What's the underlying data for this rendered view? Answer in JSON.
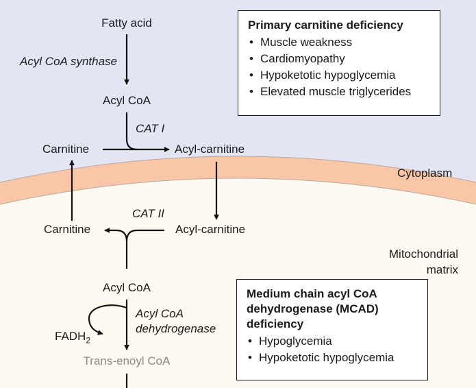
{
  "colors": {
    "cytoplasm": "#e3e5f3",
    "membrane": "#f9c7a8",
    "membrane_edge": "#b9a79c",
    "matrix": "#fdfaf1",
    "arrow": "#111111",
    "faded_text": "#8a8a8a"
  },
  "compartments": {
    "cytoplasm": "Cytoplasm",
    "matrix_line1": "Mitochondrial",
    "matrix_line2": "matrix"
  },
  "pathway": {
    "fatty_acid": "Fatty acid",
    "acyl_coa_synthase": "Acyl CoA synthase",
    "acyl_coa_top": "Acyl CoA",
    "cat1": "CAT I",
    "carnitine_top": "Carnitine",
    "acyl_carnitine_top": "Acyl-carnitine",
    "cat2": "CAT II",
    "carnitine_bottom": "Carnitine",
    "acyl_carnitine_bottom": "Acyl-carnitine",
    "acyl_coa_bottom": "Acyl CoA",
    "dehydrogenase_line1": "Acyl CoA",
    "dehydrogenase_line2": "dehydrogenase",
    "fadh2_main": "FADH",
    "fadh2_sub": "2",
    "trans_enoyl_coa": "Trans-enoyl CoA"
  },
  "box_primary": {
    "title": "Primary carnitine deficiency",
    "items": [
      "Muscle weakness",
      "Cardiomyopathy",
      "Hypoketotic hypoglycemia",
      "Elevated muscle triglycerides"
    ]
  },
  "box_mcad": {
    "title_line1": "Medium chain acyl CoA",
    "title_line2": "dehydrogenase (MCAD)",
    "title_line3": "deficiency",
    "items": [
      "Hypoglycemia",
      "Hypoketotic hypoglycemia"
    ]
  }
}
